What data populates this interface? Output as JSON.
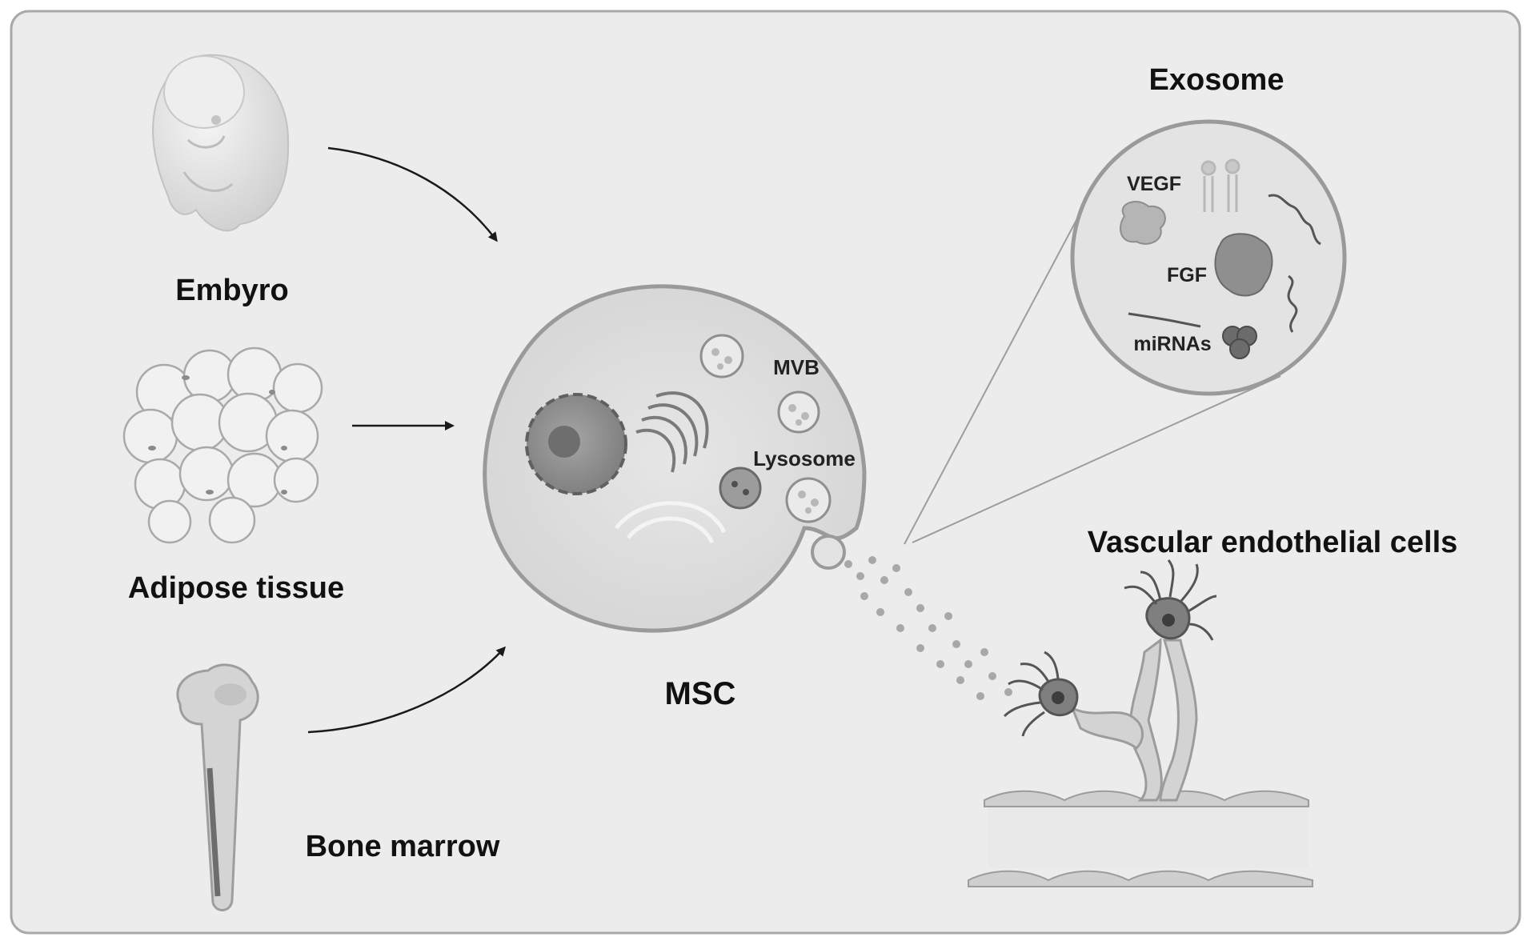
{
  "sources": {
    "embryo": "Embyro",
    "adipose": "Adipose tissue",
    "bone": "Bone marrow"
  },
  "msc": {
    "label": "MSC",
    "mvb": "MVB",
    "lysosome": "Lysosome"
  },
  "exosome": {
    "title": "Exosome",
    "vegf": "VEGF",
    "fgf": "FGF",
    "mirnas": "miRNAs"
  },
  "target": {
    "label": "Vascular endothelial cells"
  },
  "colors": {
    "background": "#ececec",
    "frame": "#a8a8a8",
    "cell_fill": "#dedede",
    "cell_stroke": "#9a9a9a",
    "nucleus": "#8e8e8e",
    "arrow": "#1a1a1a"
  }
}
